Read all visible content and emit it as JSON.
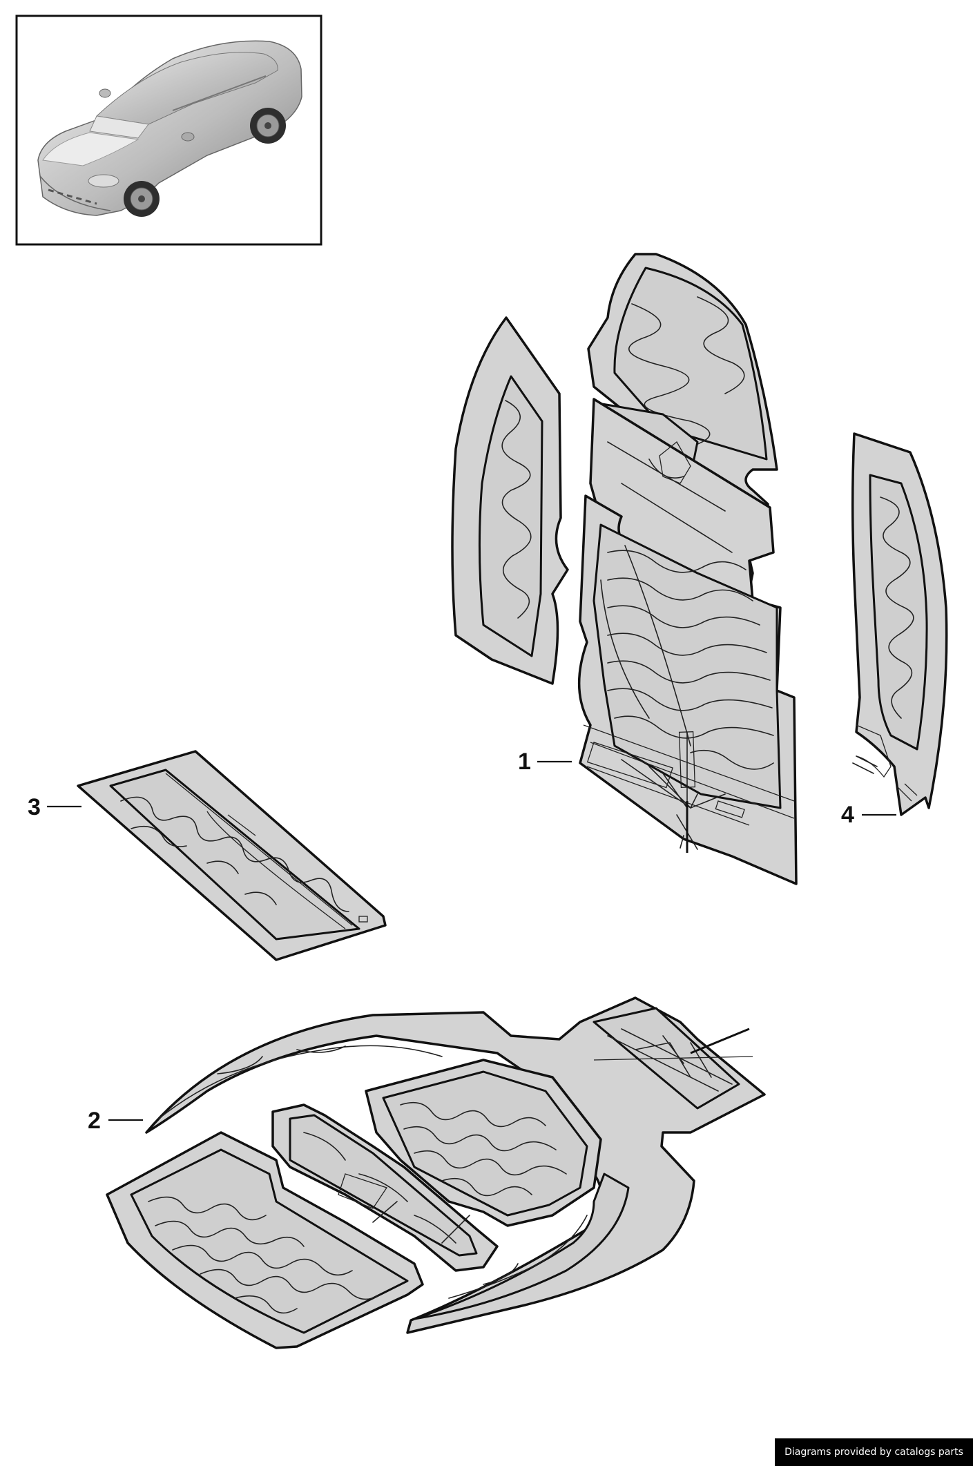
{
  "callouts": [
    {
      "number": "1"
    },
    {
      "number": "2"
    },
    {
      "number": "3"
    },
    {
      "number": "4"
    }
  ],
  "footer": {
    "credit": "Diagrams provided by catalogs parts"
  }
}
